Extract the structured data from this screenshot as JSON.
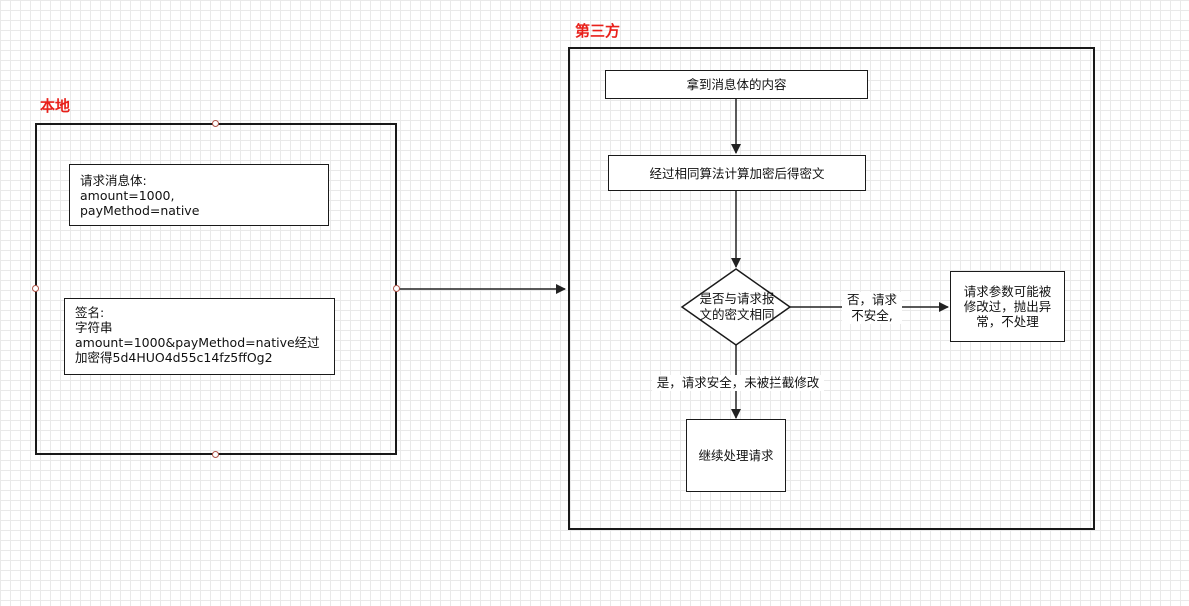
{
  "groups": {
    "local": {
      "title": "本地"
    },
    "third_party": {
      "title": "第三方"
    }
  },
  "local_boxes": {
    "request_body": "请求消息体:\namount=1000,\npayMethod=native",
    "signature": "签名:\n字符串\namount=1000&payMethod=native经过\n加密得5d4HUO4d55c14fz5ffOg2"
  },
  "flow": {
    "get_body": "拿到消息体的内容",
    "compute_cipher": "经过相同算法计算加密后得密文",
    "decision": "是否与请求报\n文的密文相同",
    "no_label": "否，请求\n不安全,",
    "reject": "请求参数可能被\n修改过，抛出异\n常，不处理",
    "yes_label": "是，请求安全，未被拦截修改",
    "continue": "继续处理请求"
  }
}
